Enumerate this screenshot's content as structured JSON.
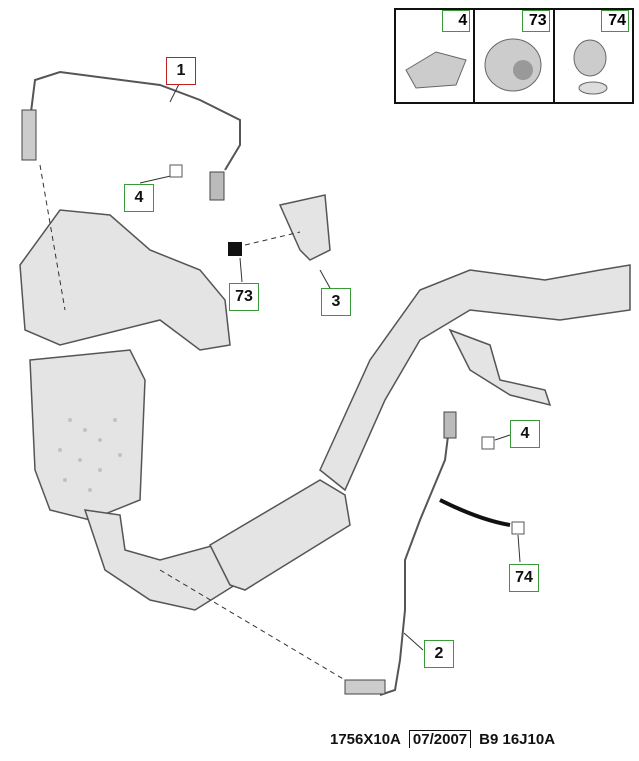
{
  "inset": {
    "parts": [
      {
        "ref": "4",
        "icon": "clip-icon"
      },
      {
        "ref": "73",
        "icon": "nut-icon"
      },
      {
        "ref": "74",
        "icon": "clamp-icon"
      }
    ]
  },
  "callouts": [
    {
      "ref": "1",
      "part": "upstream-oxygen-sensor",
      "highlight": "#c02020"
    },
    {
      "ref": "4",
      "part": "clip-upper"
    },
    {
      "ref": "73",
      "part": "nut"
    },
    {
      "ref": "3",
      "part": "bracket"
    },
    {
      "ref": "4",
      "part": "clip-lower"
    },
    {
      "ref": "74",
      "part": "clamp"
    },
    {
      "ref": "2",
      "part": "downstream-oxygen-sensor"
    }
  ],
  "footer": {
    "code": "1756X10A",
    "date": "07/2007",
    "ref": "B9 16J10A"
  },
  "colors": {
    "callout_border": "#3a9a3a",
    "selected_border": "#c02020"
  }
}
